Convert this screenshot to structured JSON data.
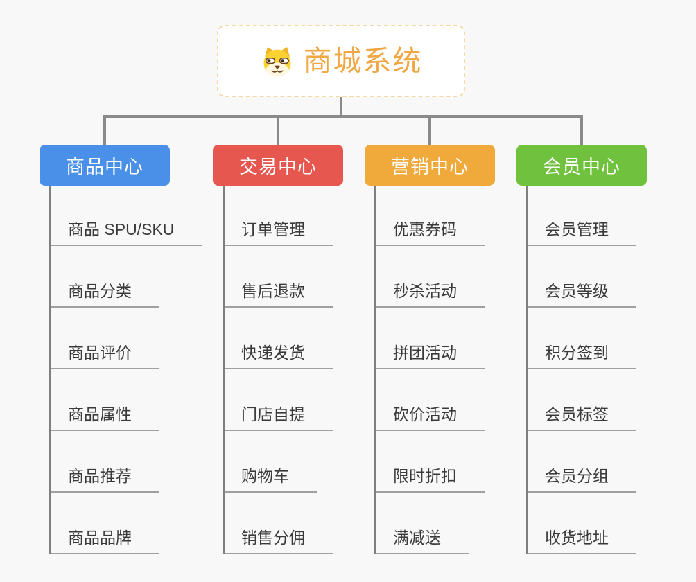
{
  "page": {
    "background": "#f8f8f8"
  },
  "root": {
    "title": "商城系统",
    "icon": "shiba-dog-icon",
    "accent_color": "#f0a844",
    "border_color": "#f5d9a2"
  },
  "colors": {
    "connector": "#8a8a8a",
    "column_line": "#7f7f7f",
    "leaf_underline": "#a0a0a0",
    "leaf_text": "#3a3a3a",
    "header_text": "#ffffff"
  },
  "branches": [
    {
      "id": "product-center",
      "label": "商品中心",
      "color": "#4a90e8",
      "items": [
        "商品 SPU/SKU",
        "商品分类",
        "商品评价",
        "商品属性",
        "商品推荐",
        "商品品牌"
      ]
    },
    {
      "id": "trade-center",
      "label": "交易中心",
      "color": "#e65750",
      "items": [
        "订单管理",
        "售后退款",
        "快递发货",
        "门店自提",
        "购物车",
        "销售分佣"
      ]
    },
    {
      "id": "marketing-center",
      "label": "营销中心",
      "color": "#efaa3b",
      "items": [
        "优惠券码",
        "秒杀活动",
        "拼团活动",
        "砍价活动",
        "限时折扣",
        "满减送"
      ]
    },
    {
      "id": "member-center",
      "label": "会员中心",
      "color": "#70c13d",
      "items": [
        "会员管理",
        "会员等级",
        "积分签到",
        "会员标签",
        "会员分组",
        "收货地址"
      ]
    }
  ]
}
